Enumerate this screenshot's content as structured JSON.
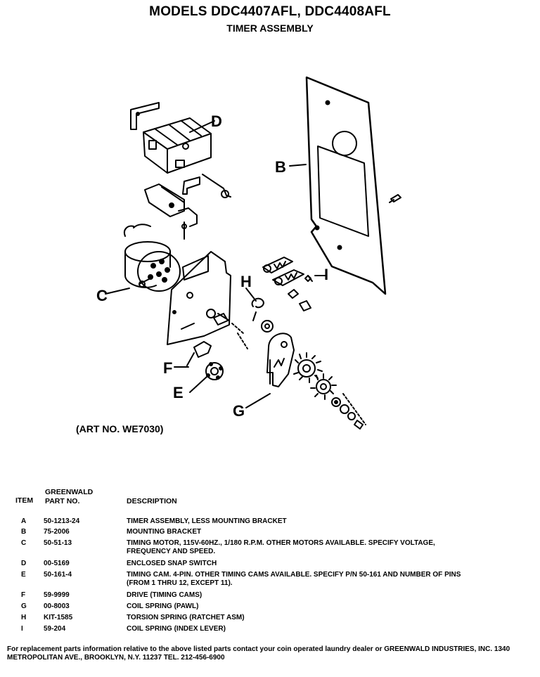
{
  "title_line1": "MODELS DDC4407AFL, DDC4408AFL",
  "title_line2": "TIMER ASSEMBLY",
  "art_no": "(ART NO. WE7030)",
  "callouts": {
    "B": "B",
    "C": "C",
    "D": "D",
    "E": "E",
    "F": "F",
    "G": "G",
    "H": "H",
    "I": "I"
  },
  "table": {
    "col_item": "ITEM",
    "col_part_line1": "GREENWALD",
    "col_part_line2": "PART NO.",
    "col_desc": "DESCRIPTION",
    "rows": [
      {
        "item": "A",
        "part": "50-1213-24",
        "desc": "TIMER ASSEMBLY, LESS MOUNTING BRACKET"
      },
      {
        "item": "B",
        "part": "75-2006",
        "desc": "MOUNTING BRACKET"
      },
      {
        "item": "C",
        "part": "50-51-13",
        "desc": "TIMING MOTOR, 115V-60HZ., 1/180 R.P.M. OTHER MOTORS AVAILABLE. SPECIFY VOLTAGE, FREQUENCY AND SPEED."
      },
      {
        "item": "D",
        "part": "00-5169",
        "desc": "ENCLOSED SNAP SWITCH"
      },
      {
        "item": "E",
        "part": "50-161-4",
        "desc": "TIMING CAM. 4-PIN. OTHER TIMING CAMS AVAILABLE. SPECIFY P/N 50-161 AND NUMBER OF PINS (FROM 1 THRU 12, EXCEPT 11)."
      },
      {
        "item": "F",
        "part": "59-9999",
        "desc": "DRIVE (TIMING CAMS)"
      },
      {
        "item": "G",
        "part": "00-8003",
        "desc": "COIL SPRING (PAWL)"
      },
      {
        "item": "H",
        "part": "KIT-1585",
        "desc": "TORSION SPRING (RATCHET ASM)"
      },
      {
        "item": "I",
        "part": "59-204",
        "desc": "COIL SPRING (INDEX LEVER)"
      }
    ]
  },
  "footer": "For replacement parts information relative to the above listed parts contact your coin operated laundry dealer or GREENWALD INDUSTRIES, INC. 1340 METROPOLITAN AVE., BROOKLYN, N.Y. 11237   TEL. 212-456-6900"
}
